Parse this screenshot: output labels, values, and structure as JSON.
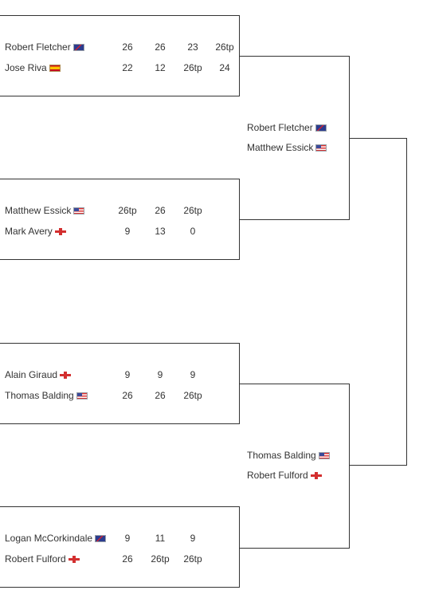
{
  "round1": [
    {
      "players": [
        {
          "name": "Robert Fletcher",
          "flag": "AU",
          "scores": [
            "26",
            "26",
            "23",
            "26tp"
          ]
        },
        {
          "name": "Jose Riva",
          "flag": "ES",
          "scores": [
            "22",
            "12",
            "26tp",
            "24"
          ]
        }
      ]
    },
    {
      "players": [
        {
          "name": "Matthew Essick",
          "flag": "US",
          "scores": [
            "26tp",
            "26",
            "26tp"
          ]
        },
        {
          "name": "Mark Avery",
          "flag": "EN",
          "scores": [
            "9",
            "13",
            "0"
          ]
        }
      ]
    },
    {
      "players": [
        {
          "name": "Alain Giraud",
          "flag": "EN",
          "scores": [
            "9",
            "9",
            "9"
          ]
        },
        {
          "name": "Thomas Balding",
          "flag": "US",
          "scores": [
            "26",
            "26",
            "26tp"
          ]
        }
      ]
    },
    {
      "players": [
        {
          "name": "Logan McCorkindale",
          "flag": "AU",
          "scores": [
            "9",
            "11",
            "9"
          ]
        },
        {
          "name": "Robert Fulford",
          "flag": "EN",
          "scores": [
            "26",
            "26tp",
            "26tp"
          ]
        }
      ]
    }
  ],
  "round2": [
    {
      "players": [
        {
          "name": "Robert Fletcher",
          "flag": "AU"
        },
        {
          "name": "Matthew Essick",
          "flag": "US"
        }
      ]
    },
    {
      "players": [
        {
          "name": "Thomas Balding",
          "flag": "US"
        },
        {
          "name": "Robert Fulford",
          "flag": "EN"
        }
      ]
    }
  ]
}
